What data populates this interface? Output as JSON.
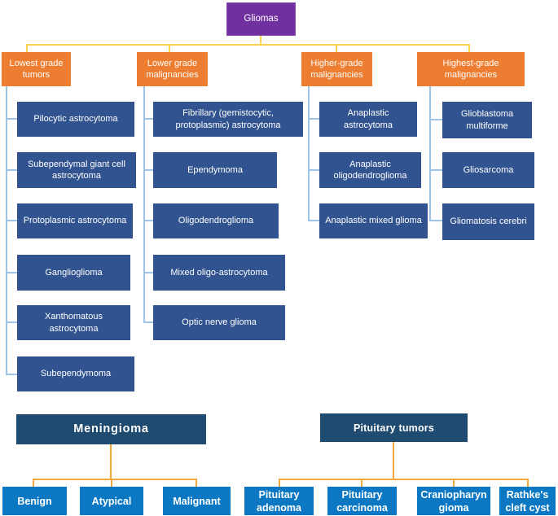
{
  "diagram": {
    "root": {
      "label": "Gliomas"
    },
    "glioma_groups": [
      {
        "label": "Lowest grade tumors",
        "children": [
          "Pilocytic astrocytoma",
          "Subependymal giant cell astrocytoma",
          "Protoplasmic astrocytoma",
          "Ganglioglioma",
          "Xanthomatous astrocytoma",
          "Subependymoma"
        ]
      },
      {
        "label": "Lower grade malignancies",
        "children": [
          "Fibrillary (gemistocytic, protoplasmic) astrocytoma",
          "Ependymoma",
          "Oligodendroglioma",
          "Mixed oligo-astrocytoma",
          "Optic nerve glioma"
        ]
      },
      {
        "label": "Higher-grade malignancies",
        "children": [
          "Anaplastic astrocytoma",
          "Anaplastic oligodendroglioma",
          "Anaplastic mixed glioma"
        ]
      },
      {
        "label": "Highest-grade malignancies",
        "children": [
          "Glioblastoma multiforme",
          "Gliosarcoma",
          "Gliomatosis cerebri"
        ]
      }
    ],
    "meningioma": {
      "label": "Meningioma",
      "children": [
        "Benign",
        "Atypical",
        "Malignant"
      ]
    },
    "pituitary": {
      "label": "Pituitary tumors",
      "children": [
        "Pituitary adenoma",
        "Pituitary carcinoma",
        "Craniopharyngioma",
        "Rathke's cleft cyst"
      ]
    }
  },
  "colors": {
    "purple": "#7030A0",
    "purpleBorder": "#8B4BB8",
    "orange": "#ED7D31",
    "midblue": "#31538F",
    "navy": "#1F4B70",
    "brightblue": "#0C78C4",
    "yellowline": "#FFD24F",
    "goldline": "#F2A93B",
    "blueline": "#9DC3E6"
  }
}
